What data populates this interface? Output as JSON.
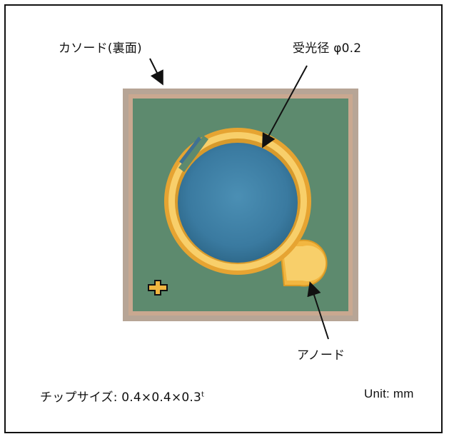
{
  "labels": {
    "cathode": "カソード(裏面)",
    "aperture": "受光径 φ0.2",
    "anode": "アノード",
    "chip_size_prefix": "チップサイズ:",
    "chip_size_value": "0.4×0.4×0.3",
    "chip_size_sup": "t",
    "unit": "Unit: mm"
  },
  "colors": {
    "frame": "#111111",
    "chip_edge": "#b7a596",
    "chip_surface": "#5d8a6e",
    "aperture": "#3d7fa3",
    "gold": "#f2b640",
    "gold_light": "#f8cf6a",
    "arrow": "#111111"
  },
  "icons": [
    "arrow",
    "alignment-cross-mark"
  ]
}
